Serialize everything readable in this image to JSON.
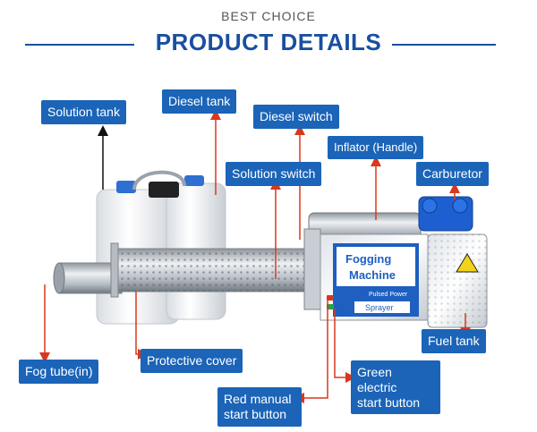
{
  "header": {
    "kicker": "BEST CHOICE",
    "title": "PRODUCT DETAILS"
  },
  "machine_panel": {
    "brand_line1": "Fogging",
    "brand_line2": "Machine",
    "subline": "Pulsed Power",
    "badge": "Sprayer"
  },
  "labels": {
    "solution_tank": "Solution tank",
    "diesel_tank": "Diesel tank",
    "diesel_switch": "Diesel switch",
    "inflator_handle": "Inflator (Handle)",
    "solution_switch": "Solution switch",
    "carburetor": "Carburetor",
    "fuel_tank": "Fuel tank",
    "fog_tube": "Fog tube(in)",
    "protective_cover": "Protective cover",
    "green_start_line1": "Green electric",
    "green_start_line2": "start button",
    "red_start_line1": "Red manual",
    "red_start_line2": "start button"
  },
  "colors": {
    "accent": "#1a4fa0",
    "label_bg": "#1b64b8",
    "arrow": "#d9381e"
  }
}
